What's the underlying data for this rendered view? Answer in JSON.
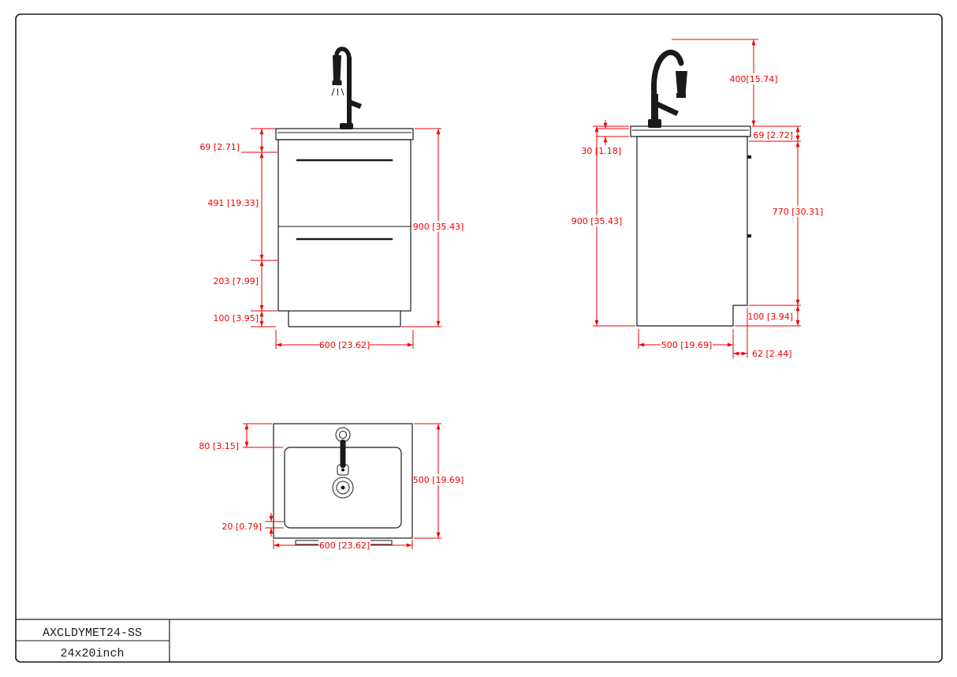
{
  "document": {
    "kind": "vanity-cabinet-dimension-drawing"
  },
  "colors": {
    "dimension": "#f20000",
    "line": "#1a1a1a",
    "background": "#ffffff"
  },
  "title_block": {
    "model": "AXCLDYMET24-SS",
    "size": "24x20inch"
  },
  "views": {
    "front": {
      "dims": {
        "counter_height": "69 [2.71]",
        "upper_drawer": "491 [19.33]",
        "lower_drawer": "203 [7.99]",
        "toe_kick": "100 [3.95]",
        "overall_height": "900 [35.43]",
        "overall_width": "600 [23.62]"
      }
    },
    "side": {
      "dims": {
        "faucet_height": "400[15.74]",
        "counter_thickness": "30 [1.18]",
        "counter_edge": "69 [2.72]",
        "overall_height": "900 [35.43]",
        "body_height": "770 [30.31]",
        "toe_height": "100 [3.94]",
        "overall_depth": "500 [19.69]",
        "toe_recess": "62 [2.44]"
      }
    },
    "top": {
      "dims": {
        "back_offset": "80 [3.15]",
        "front_gap": "20 [0.79]",
        "overall_depth": "500 [19.69]",
        "overall_width": "600 [23.62]"
      }
    }
  }
}
